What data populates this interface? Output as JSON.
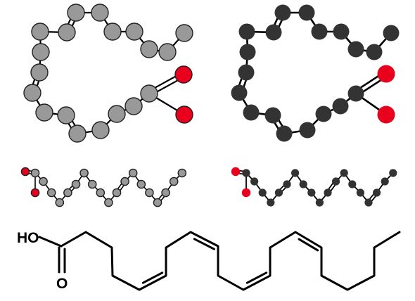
{
  "labels": {
    "hydroxyl": "HO",
    "carbonyl": "O"
  },
  "colors": {
    "background": "#ffffff",
    "bond": "#000000",
    "carbon_light": "#999999",
    "carbon_dark": "#333333",
    "oxygen": "#e8001c"
  },
  "molecule": {
    "panels": [
      "ring-conformer-light",
      "ring-conformer-dark",
      "extended-conformer-light",
      "extended-conformer-dark",
      "skeletal-formula"
    ]
  }
}
